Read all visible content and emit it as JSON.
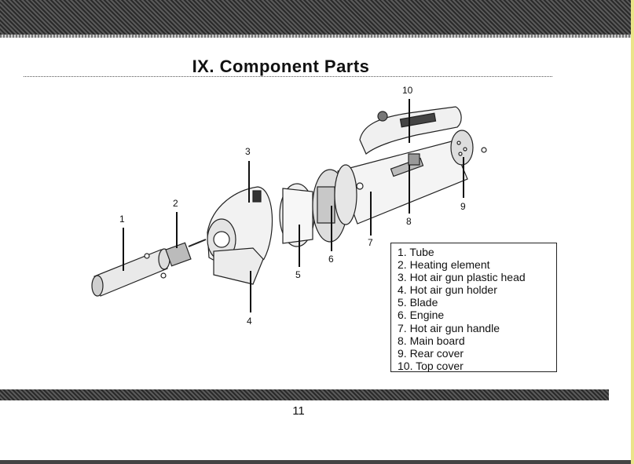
{
  "section_title": "IX. Component Parts",
  "figure": {
    "callouts": [
      "1",
      "2",
      "3",
      "4",
      "5",
      "6",
      "7",
      "8",
      "9",
      "10"
    ]
  },
  "parts": [
    "1. Tube",
    "2. Heating element",
    "3. Hot air gun plastic head",
    "4. Hot air gun holder",
    "5. Blade",
    "6. Engine",
    "7. Hot air gun handle",
    "8. Main board",
    "9. Rear cover",
    "10. Top cover"
  ],
  "page_number": "11"
}
